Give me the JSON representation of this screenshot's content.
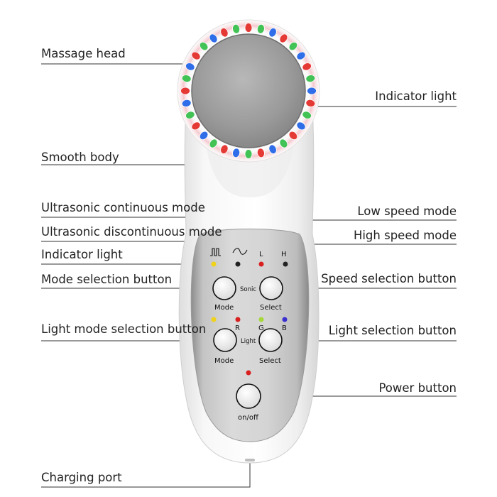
{
  "labels": {
    "massage_head": "Massage head",
    "indicator_light_top": "Indicator light",
    "smooth_body": "Smooth body",
    "ultrasonic_continuous": "Ultrasonic continuous mode",
    "ultrasonic_discontinuous": "Ultrasonic discontinuous mode",
    "indicator_light_panel": "Indicator light",
    "mode_selection_button": "Mode selection button",
    "light_mode_selection_button": "Light mode selection button",
    "low_speed_mode": "Low speed mode",
    "high_speed_mode": "High speed mode",
    "speed_selection_button": "Speed selection button",
    "light_selection_button": "Light selection button",
    "power_button": "Power button",
    "charging_port": "Charging port"
  },
  "panel": {
    "speed_low": "L",
    "speed_high": "H",
    "sonic": "Sonic",
    "mode1": "Mode",
    "select1": "Select",
    "r": "R",
    "g": "G",
    "b": "B",
    "light": "Light",
    "mode2": "Mode",
    "select2": "Select",
    "onoff": "on/off"
  },
  "colors": {
    "led_red": "#e53935",
    "led_green": "#43c256",
    "led_blue": "#2f6ee8",
    "indicator_yellow": "#f1d21a",
    "indicator_red": "#d8201f",
    "indicator_green": "#a6d83a",
    "indicator_blue": "#3b2fd0",
    "indicator_black": "#222222"
  }
}
